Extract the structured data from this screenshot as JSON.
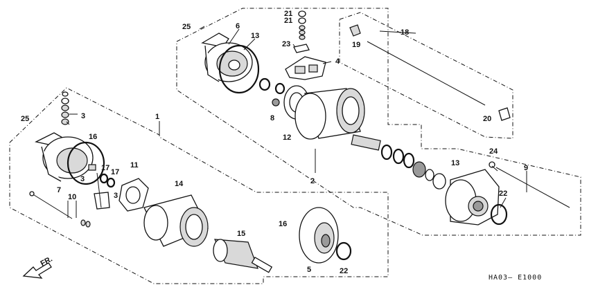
{
  "diagram": {
    "part_numbers": {
      "p1": "1",
      "p2": "2",
      "p3": "3",
      "p4": "4",
      "p5": "5",
      "p6": "6",
      "p7": "7",
      "p8": "8",
      "p9": "9",
      "p10": "10",
      "p11": "11",
      "p12": "12",
      "p13": "13",
      "p14": "14",
      "p15": "15",
      "p16": "16",
      "p17": "17",
      "p18": "18",
      "p19": "19",
      "p20": "20",
      "p21": "21",
      "p22": "22",
      "p23": "23",
      "p24": "24",
      "p25": "25"
    },
    "direction_label": "FR.",
    "drawing_code": "HA03– E1000"
  }
}
